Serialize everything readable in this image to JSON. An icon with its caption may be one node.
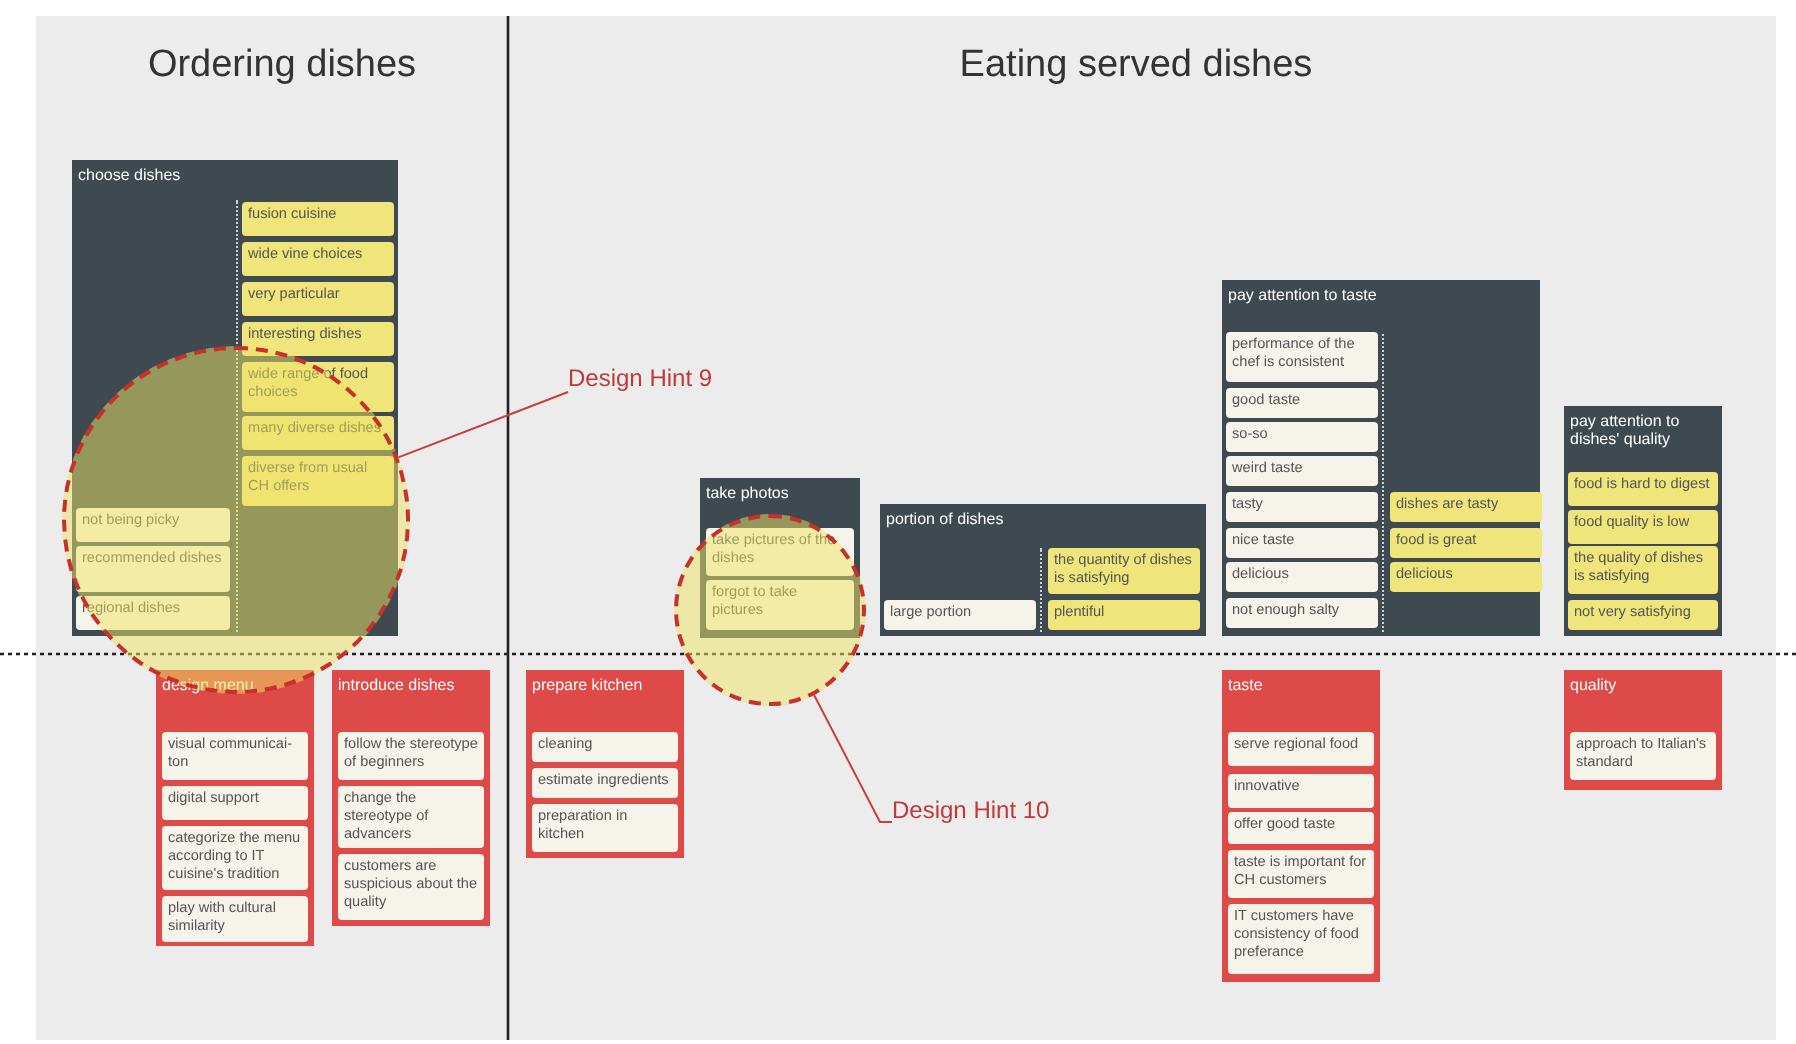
{
  "diagram": {
    "nodes": [
      {
        "text": [
          "choose dishes"
        ]
      },
      {
        "text": [
          "fusion cuisine"
        ],
        "in": 0
      },
      {
        "text": [
          "wide vine choices"
        ],
        "in": 0
      },
      {
        "text": [
          "very particular"
        ],
        "in": 0
      },
      {
        "text": [
          "interesting dishes"
        ],
        "in": 0
      },
      {
        "text": [
          "wide range of food choices"
        ]
      },
      {
        "text": [
          "many diverse dishes"
        ]
      },
      {
        "text": [
          "diverse from usual CH offers"
        ]
      },
      {
        "text": [
          "not being picky"
        ]
      },
      {
        "text": [
          "recommended dishes"
        ]
      },
      {
        "text": [
          "regional dishes"
        ]
      },
      {
        "text": [
          "Design Hint 9"
        ]
      },
      {
        "text": [],
        "shape": "circle"
      },
      {
        "text": [
          "take photos"
        ]
      },
      {
        "text": [
          "take pictures of the dishes"
        ]
      },
      {
        "text": [
          "forgot to take pictures"
        ]
      },
      {
        "text": [
          "portion of dishes"
        ]
      },
      {
        "text": [
          "large portion"
        ],
        "in": 16
      },
      {
        "text": [
          "the quantity of dishes is satisfying"
        ],
        "in": 16
      },
      {
        "text": [
          "plentiful"
        ],
        "in": 16
      },
      {
        "text": [
          "pay attention to taste"
        ]
      },
      {
        "text": [
          "performance of the chef is consistent"
        ],
        "in": 20
      },
      {
        "text": [
          "good taste"
        ],
        "in": 20
      },
      {
        "text": [
          "so-so"
        ],
        "in": 20
      },
      {
        "text": [
          "weird taste"
        ],
        "in": 20
      },
      {
        "text": [
          "tasty"
        ],
        "in": 20
      },
      {
        "text": [
          "nice taste"
        ],
        "in": 20
      },
      {
        "text": [
          "delicious"
        ],
        "in": 20
      },
      {
        "text": [
          "not enough salty"
        ],
        "in": 20
      },
      {
        "text": [
          "dishes are tasty"
        ],
        "in": 20
      },
      {
        "text": [
          "food is great"
        ],
        "in": 20
      },
      {
        "text": [
          "delicious"
        ],
        "in": 20
      },
      {
        "text": [
          "pay attention to dishes' quality"
        ]
      },
      {
        "text": [
          "food is hard to digest"
        ],
        "in": 32
      },
      {
        "text": [
          "food quality is low"
        ],
        "in": 32
      },
      {
        "text": [
          "the quality of dishes is satisfying"
        ],
        "in": 32
      },
      {
        "text": [
          "not very satisfying"
        ],
        "in": 32
      },
      {
        "text": [],
        "shape": "circle"
      },
      {
        "text": [
          "Design Hint 10"
        ]
      },
      {
        "text": [
          "design menu"
        ]
      },
      {
        "text": [
          "visual communicai- ton"
        ],
        "in": 39
      },
      {
        "text": [
          "digital support"
        ],
        "in": 39
      },
      {
        "text": [
          "categorize the menu according to IT cuisine's tradition"
        ],
        "in": 39
      },
      {
        "text": [
          "play with cultural similarity"
        ],
        "in": 39
      },
      {
        "text": [
          "introduce dishes"
        ]
      },
      {
        "text": [
          "follow the stereotype of beginners"
        ],
        "in": 44
      },
      {
        "text": [
          "change the stereotype of advancers"
        ],
        "in": 44
      },
      {
        "text": [
          "customers are suspicious about the quality"
        ],
        "in": 44
      },
      {
        "text": [
          "prepare kitchen"
        ]
      },
      {
        "text": [
          "cleaning"
        ],
        "in": 48
      },
      {
        "text": [
          "estimate ingredients"
        ],
        "in": 48
      },
      {
        "text": [
          "preparation in kitchen"
        ],
        "in": 48
      },
      {
        "text": [
          "taste"
        ]
      },
      {
        "text": [
          "serve regional food"
        ],
        "in": 52
      },
      {
        "text": [
          "innovative"
        ],
        "in": 52
      },
      {
        "text": [
          "offer good taste"
        ],
        "in": 52
      },
      {
        "text": [
          "taste is important for CH customers"
        ],
        "in": 52
      },
      {
        "text": [
          "IT customers have consistency of food preferance"
        ],
        "in": 52
      },
      {
        "text": [
          "quality"
        ]
      },
      {
        "text": [
          "approach to Italian's standard"
        ],
        "in": 58
      }
    ],
    "edges": [
      {
        "from": 11,
        "to": 12,
        "arrow": "none"
      },
      {
        "from": 38,
        "to": 37,
        "arrow": "none"
      }
    ],
    "labels": [
      "Ordering dishes",
      "Eating served dishes"
    ]
  }
}
